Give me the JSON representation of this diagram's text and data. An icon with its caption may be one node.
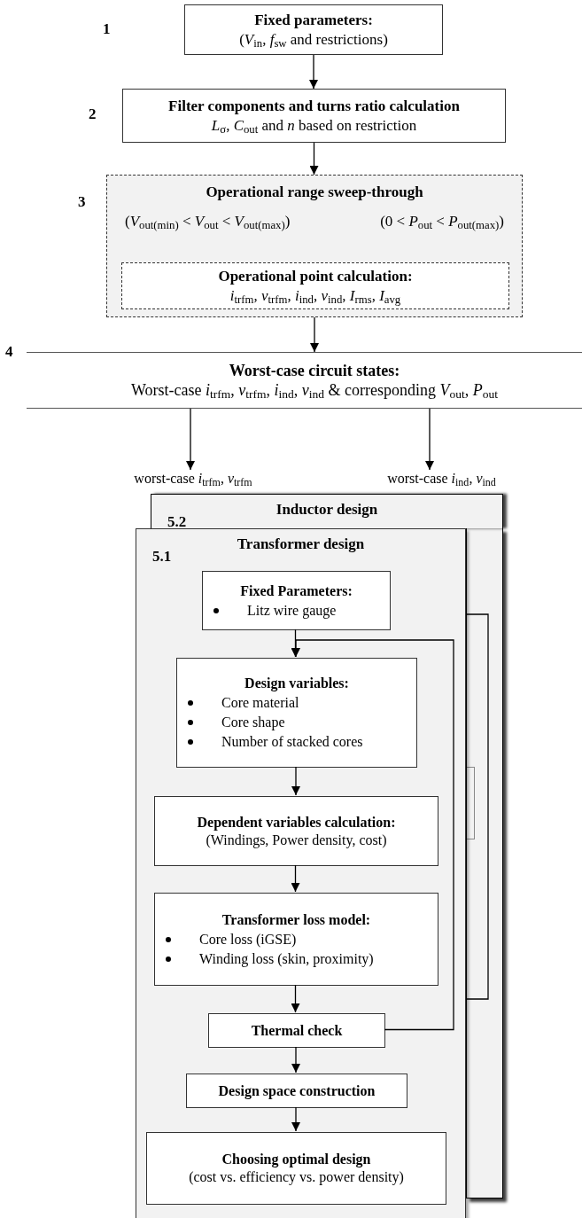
{
  "diagram": {
    "nodes": [
      {
        "text": [
          "Fixed parameters:",
          "(*V*$_{in}$, *f*$_{sw}$ and restrictions)"
        ]
      },
      {
        "text": [
          "Filter components and turns ratio calculation",
          "*L*$_{σ}$, *C*$_{out}$ and *n* based on restriction"
        ]
      },
      {
        "text": [
          "Operational range sweep-through",
          "(*V*$_{out(min)}$ < *V*$_{out}$ < *V*$_{out(max)}$)",
          "(0 < *P*$_{out}$ < *P*$_{out(max)}$)"
        ]
      },
      {
        "text": [
          "Operational point calculation:",
          "*i*$_{trfm}$, *v*$_{trfm}$, *i*$_{ind}$, *v*$_{ind}$, *I*$_{rms}$, *I*$_{avg}$"
        ],
        "in": 2
      },
      {
        "text": [
          "Worst-case circuit states:",
          "Worst-case *i*$_{trfm}$, *v*$_{trfm}$, *i*$_{ind}$, *v*$_{ind}$ & corresponding *V*$_{out}$, *P*$_{out}$"
        ]
      },
      {
        "text": [
          "worst-case *i*$_{trfm}$, *v*$_{trfm}$"
        ]
      },
      {
        "text": [
          "worst-case *i*$_{ind}$, *v*$_{ind}$"
        ]
      },
      {
        "text": [
          "5.2",
          "Inductor design"
        ]
      },
      {
        "text": [
          "5.1",
          "Transformer design"
        ]
      },
      {
        "text": [
          "Fixed Parameters:",
          "Litz wire gauge"
        ],
        "in": 8
      },
      {
        "text": [
          "Design variables:",
          "Core material",
          "Core shape",
          "Number of stacked cores"
        ],
        "in": 8
      },
      {
        "text": [
          "Dependent variables calculation:",
          "(Windings, Power density, cost)"
        ],
        "in": 8
      },
      {
        "text": [
          "Transformer loss model:",
          "Core loss (iGSE)",
          "Winding loss (skin, proximity)"
        ],
        "in": 8
      },
      {
        "text": [
          "Thermal check"
        ],
        "in": 8
      },
      {
        "text": [
          "Design space construction"
        ],
        "in": 8
      },
      {
        "text": [
          "Choosing optimal design",
          "(cost vs. efficiency vs. power density)"
        ],
        "in": 8
      }
    ],
    "edges": [
      {
        "from": 0,
        "to": 1,
        "arrow": "to"
      },
      {
        "from": 1,
        "to": 2,
        "arrow": "to"
      },
      {
        "from": 2,
        "to": 4,
        "arrow": "to"
      },
      {
        "from": 4,
        "to": 5,
        "arrow": "to"
      },
      {
        "from": 4,
        "to": 6,
        "arrow": "to"
      },
      {
        "from": 9,
        "to": 10,
        "arrow": "to"
      },
      {
        "from": 10,
        "to": 11,
        "arrow": "to"
      },
      {
        "from": 11,
        "to": 12,
        "arrow": "to"
      },
      {
        "from": 12,
        "to": 13,
        "arrow": "to"
      },
      {
        "from": 13,
        "to": 10,
        "arrow": "to"
      },
      {
        "from": 13,
        "to": 14,
        "arrow": "to"
      },
      {
        "from": 14,
        "to": 15,
        "arrow": "to"
      }
    ],
    "labels": [
      "1",
      "2",
      "3",
      "4"
    ]
  }
}
